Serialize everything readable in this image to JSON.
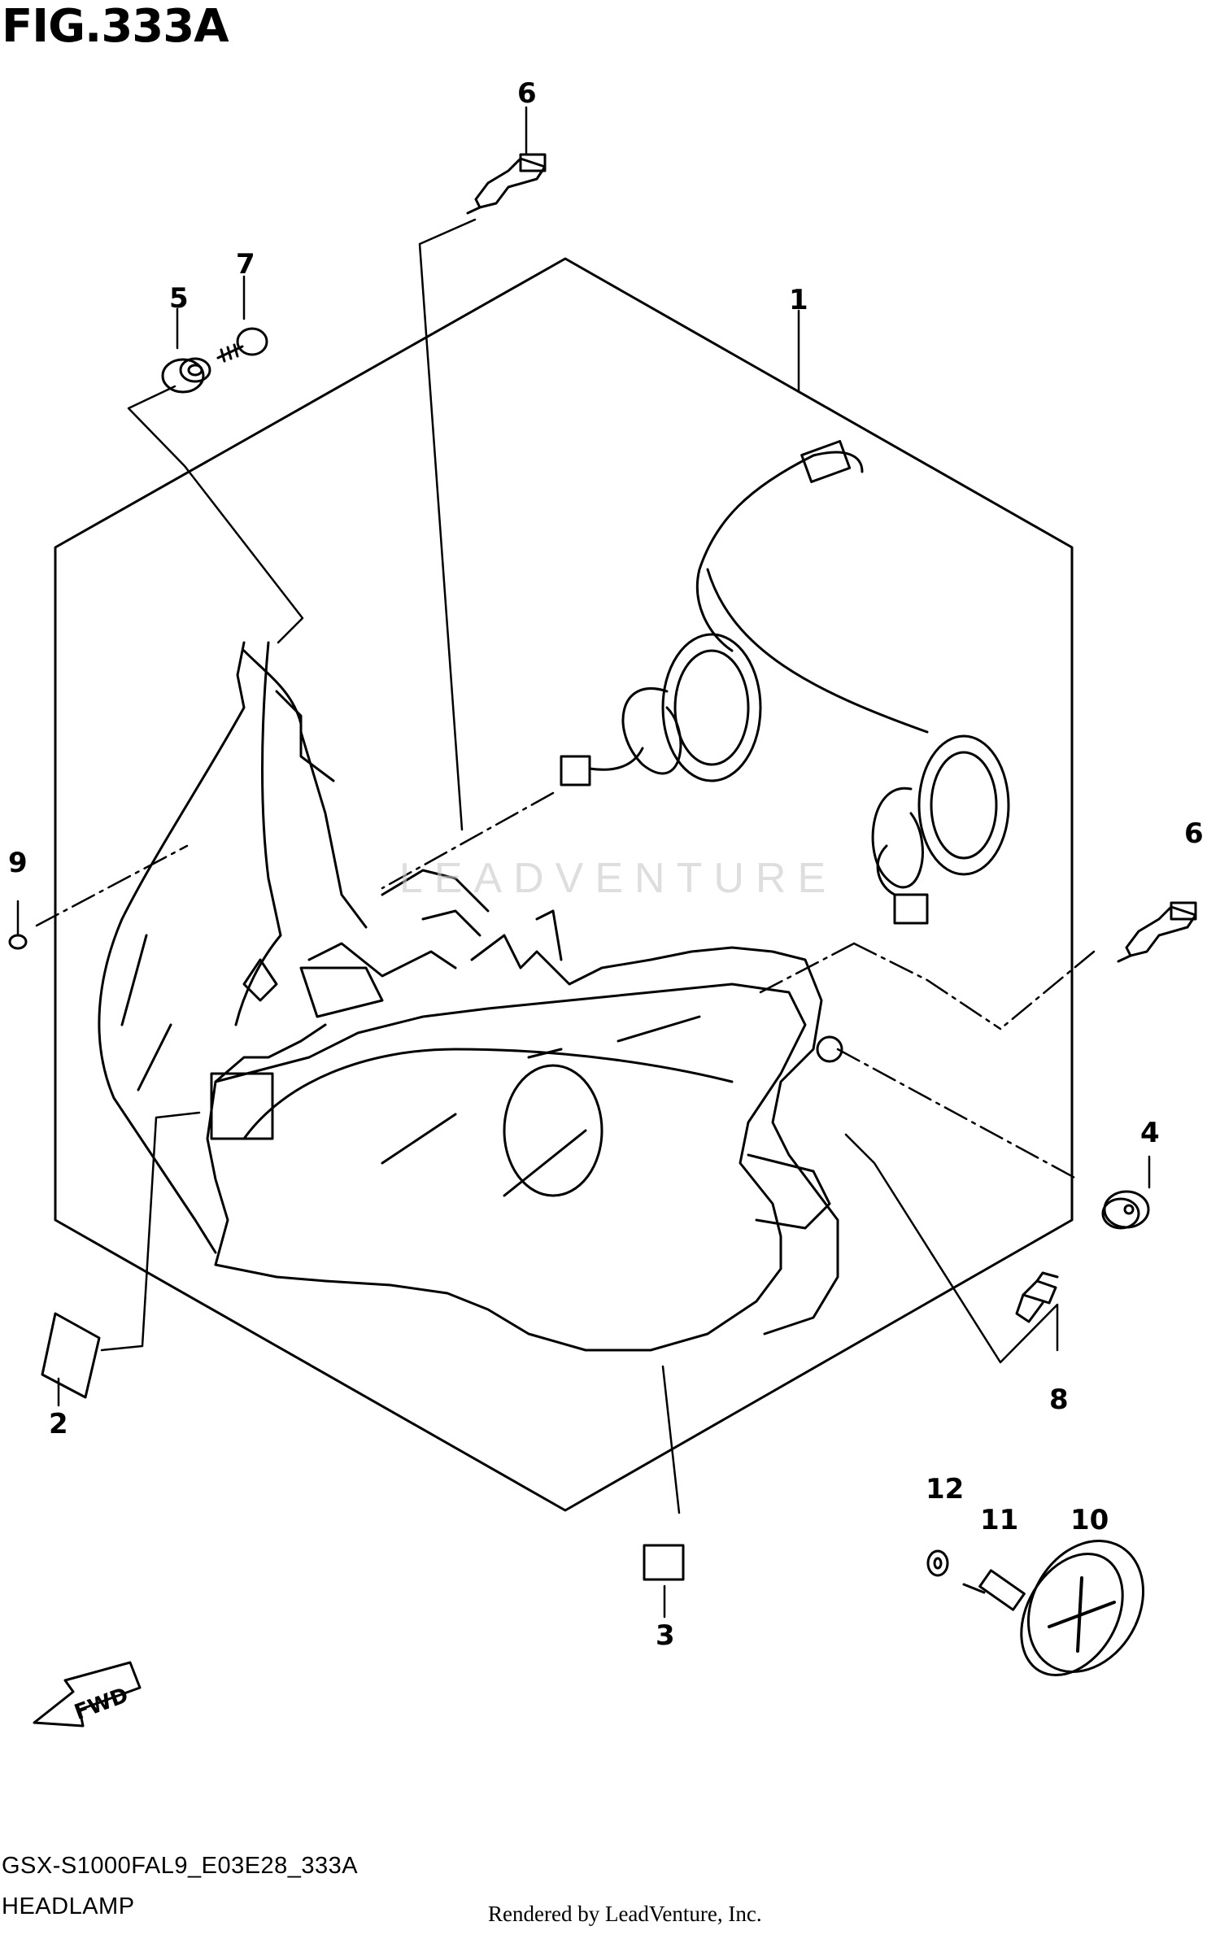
{
  "figure": {
    "title": "FIG.333A",
    "model_code": "GSX-S1000FAL9_E03E28_333A",
    "section_name": "HEADLAMP",
    "render_credit": "Rendered by LeadVenture, Inc.",
    "watermark_text": "LEADVENTURE",
    "fwd_label": "FWD"
  },
  "callouts": {
    "c1": "1",
    "c2": "2",
    "c3": "3",
    "c4": "4",
    "c5": "5",
    "c6a": "6",
    "c6b": "6",
    "c7": "7",
    "c8": "8",
    "c9": "9",
    "c10": "10",
    "c11": "11",
    "c12": "12"
  },
  "colors": {
    "line": "#000000",
    "watermark": "#c9c9c9"
  }
}
